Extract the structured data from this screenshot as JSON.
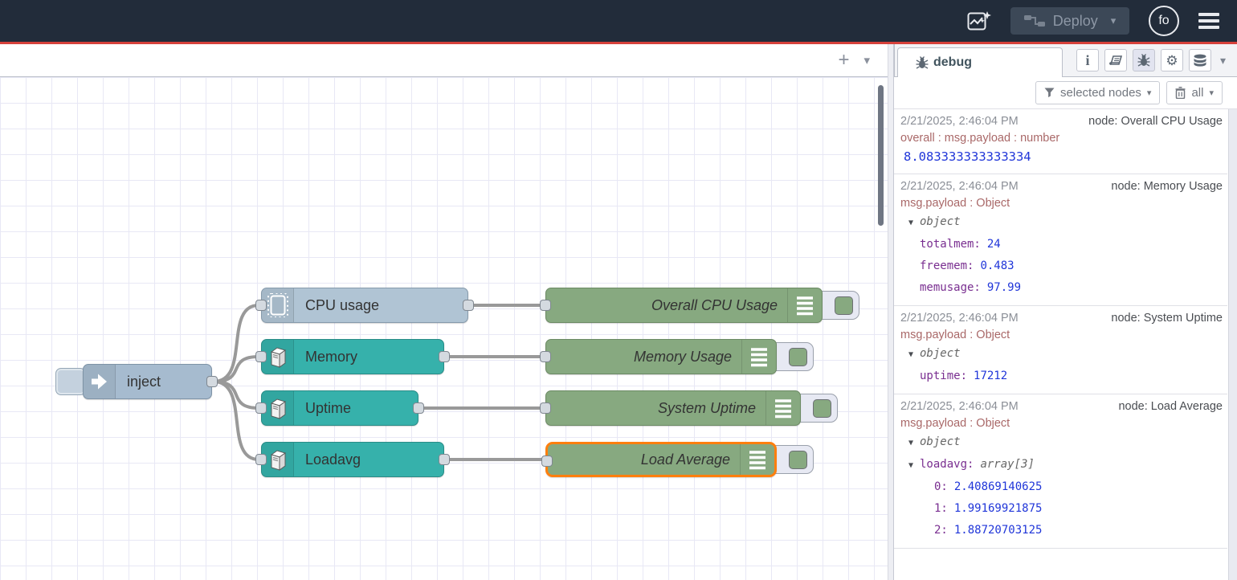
{
  "icons": {
    "chevron_down": "▾",
    "tree_caret": "▼",
    "plus": "+",
    "info": "i",
    "gear": "⚙"
  },
  "header": {
    "deploy_label": "Deploy",
    "avatar_label": "fo"
  },
  "flow": {
    "nodes": [
      {
        "id": "inject",
        "label": "inject",
        "type": "inject"
      },
      {
        "id": "cpu-usage",
        "label": "CPU usage",
        "type": "cpu"
      },
      {
        "id": "memory",
        "label": "Memory",
        "type": "os"
      },
      {
        "id": "uptime",
        "label": "Uptime",
        "type": "os"
      },
      {
        "id": "loadavg",
        "label": "Loadavg",
        "type": "os"
      },
      {
        "id": "overall-cpu-usage",
        "label": "Overall CPU Usage",
        "type": "debug"
      },
      {
        "id": "memory-usage",
        "label": "Memory Usage",
        "type": "debug"
      },
      {
        "id": "system-uptime",
        "label": "System Uptime",
        "type": "debug"
      },
      {
        "id": "load-average",
        "label": "Load Average",
        "type": "debug",
        "selected": true
      }
    ]
  },
  "sidebar": {
    "tab_label": "debug",
    "filter_label": "selected nodes",
    "clear_label": "all",
    "messages": [
      {
        "timestamp": "2/21/2025, 2:46:04 PM",
        "node_label": "node: Overall CPU Usage",
        "meta": "overall : msg.payload : number",
        "value": "8.083333333333334"
      },
      {
        "timestamp": "2/21/2025, 2:46:04 PM",
        "node_label": "node: Memory Usage",
        "meta": "msg.payload : Object",
        "object_label": "object",
        "entries": [
          {
            "key": "totalmem:",
            "value": "24"
          },
          {
            "key": "freemem:",
            "value": "0.483"
          },
          {
            "key": "memusage:",
            "value": "97.99"
          }
        ]
      },
      {
        "timestamp": "2/21/2025, 2:46:04 PM",
        "node_label": "node: System Uptime",
        "meta": "msg.payload : Object",
        "object_label": "object",
        "entries": [
          {
            "key": "uptime:",
            "value": "17212"
          }
        ]
      },
      {
        "timestamp": "2/21/2025, 2:46:04 PM",
        "node_label": "node: Load Average",
        "meta": "msg.payload : Object",
        "object_label": "object",
        "array_key": "loadavg:",
        "array_label": "array[3]",
        "entries": [
          {
            "key": "0:",
            "value": "2.40869140625"
          },
          {
            "key": "1:",
            "value": "1.99169921875"
          },
          {
            "key": "2:",
            "value": "1.88720703125"
          }
        ]
      }
    ]
  },
  "colors": {
    "header_bg": "#222c3a",
    "deploy_warning_line": "#d6413b",
    "node_inject": "#a6bbcf",
    "node_os_teal": "#36b1ab",
    "node_debug_green": "#87a980",
    "selection_orange": "#ff7f0e",
    "debug_number_blue": "#2036d9",
    "debug_key_purple": "#792e90",
    "debug_meta_red": "#a96868"
  }
}
